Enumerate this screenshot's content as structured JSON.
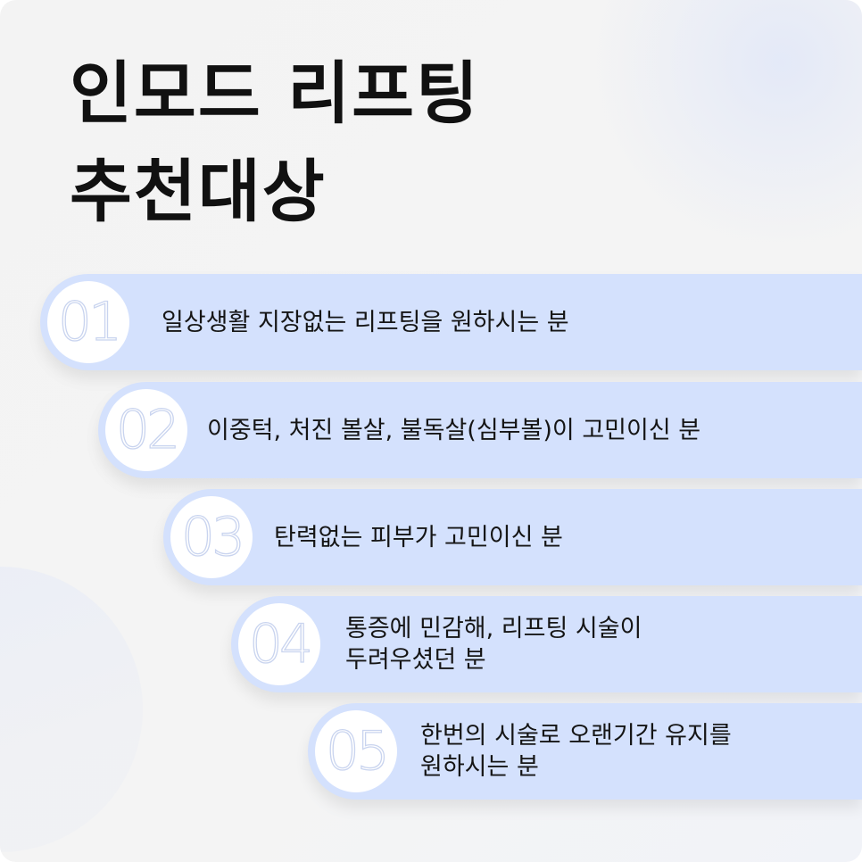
{
  "title": {
    "line1": "인모드 리프팅",
    "line2": "추천대상"
  },
  "items": [
    {
      "number": "01",
      "lines": [
        "일상생활 지장없는 리프팅을 원하시는 분"
      ]
    },
    {
      "number": "02",
      "lines": [
        "이중턱, 처진 볼살, 불독살(심부볼)이 고민이신 분"
      ]
    },
    {
      "number": "03",
      "lines": [
        "탄력없는 피부가 고민이신 분"
      ]
    },
    {
      "number": "04",
      "lines": [
        "통증에 민감해, 리프팅 시술이",
        "두려우셨던 분"
      ]
    },
    {
      "number": "05",
      "lines": [
        "한번의 시술로 오랜기간 유지를",
        "원하시는 분"
      ]
    }
  ],
  "colors": {
    "pill": "#d4e1fd",
    "number_outline": "#c9d4ef",
    "background": "#f3f3f3",
    "text": "#151515"
  }
}
